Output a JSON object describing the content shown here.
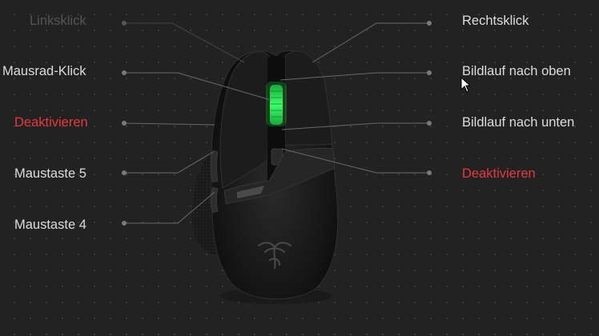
{
  "labels": {
    "left_click": "Linksklick",
    "middle_click": "Mausrad-Klick",
    "left_side_disabled": "Deaktivieren",
    "mouse_button_5": "Maustaste 5",
    "mouse_button_4": "Maustaste 4",
    "right_click": "Rechtsklick",
    "scroll_up": "Bildlauf nach oben",
    "scroll_down": "Bildlauf nach unten",
    "right_side_disabled": "Deaktivieren"
  },
  "colors": {
    "background": "#222222",
    "label_text": "#dcdcdc",
    "label_dimmed": "#555555",
    "label_disabled": "#e5383f",
    "scroll_wheel_glow": "#22d84a",
    "mouse_body": "#151515"
  },
  "icons": {
    "mouse_device": "gaming-mouse-top-view",
    "logo": "razer-snake-logo",
    "cursor": "arrow-cursor"
  }
}
